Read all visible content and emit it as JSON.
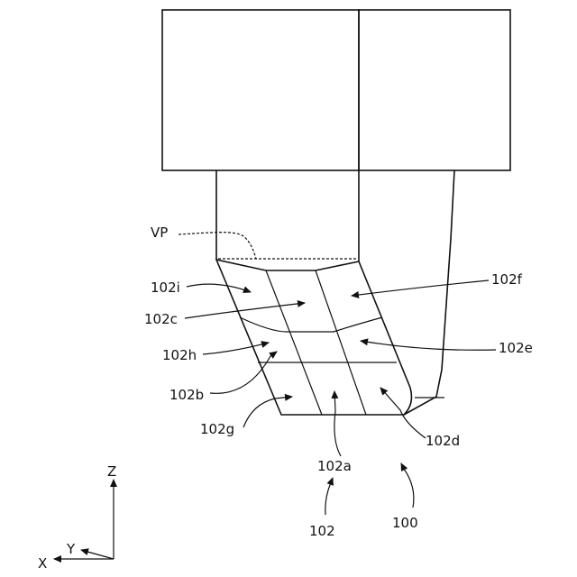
{
  "labels": {
    "vp": "VP",
    "l102i": "102i",
    "l102c": "102c",
    "l102h": "102h",
    "l102b": "102b",
    "l102g": "102g",
    "l102f": "102f",
    "l102e": "102e",
    "l102d": "102d",
    "l102a": "102a",
    "l102": "102",
    "l100": "100"
  },
  "axes": {
    "z": "Z",
    "y": "Y",
    "x": "X"
  }
}
